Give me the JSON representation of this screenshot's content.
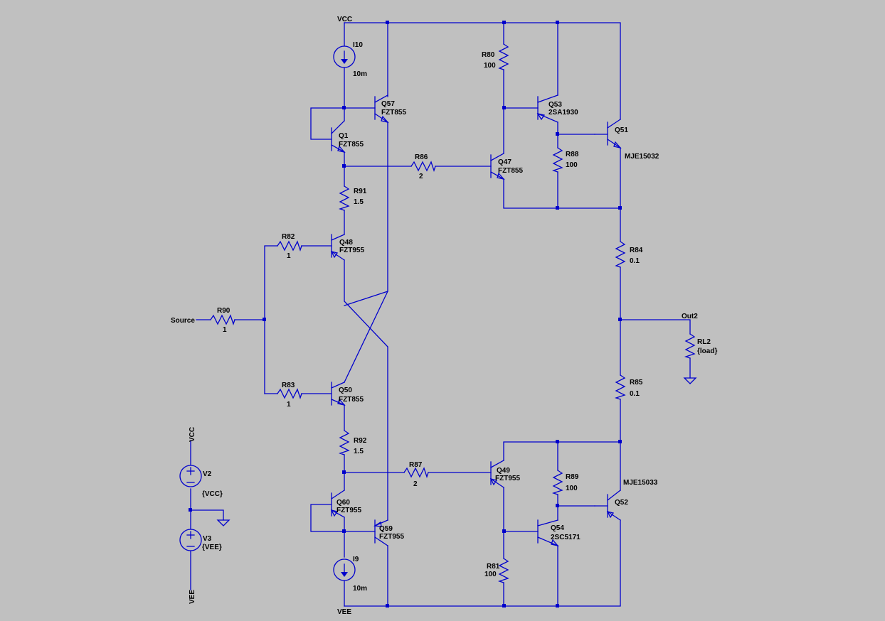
{
  "labels": {
    "vcc_top": "VCC",
    "vee_bottom": "VEE",
    "i10": "I10",
    "i10_val": "10m",
    "i9": "I9",
    "i9_val": "10m",
    "q57": "Q57",
    "q57_type": "FZT855",
    "q1": "Q1",
    "q1_type": "FZT855",
    "r91": "R91",
    "r91_val": "1.5",
    "q48": "Q48",
    "q48_type": "FZT955",
    "r82": "R82",
    "r82_val": "1",
    "r90": "R90",
    "r90_val": "1",
    "source": "Source",
    "r83": "R83",
    "r83_val": "1",
    "q50": "Q50",
    "q50_type": "FZT855",
    "r92": "R92",
    "r92_val": "1.5",
    "q60": "Q60",
    "q60_type": "FZT955",
    "q59": "Q59",
    "q59_type": "FZT955",
    "r86": "R86",
    "r86_val": "2",
    "r87": "R87",
    "r87_val": "2",
    "r80": "R80",
    "r80_val": "100",
    "q53": "Q53",
    "q53_type": "2SA1930",
    "q47": "Q47",
    "q47_type": "FZT855",
    "r88": "R88",
    "r88_val": "100",
    "q51": "Q51",
    "q51_type": "MJE15032",
    "r84": "R84",
    "r84_val": "0.1",
    "out2": "Out2",
    "rl2": "RL2",
    "rl2_val": "{load}",
    "r85": "R85",
    "r85_val": "0.1",
    "q49": "Q49",
    "q49_type": "FZT955",
    "r89": "R89",
    "r89_val": "100",
    "q52": "Q52",
    "q52_type": "MJE15033",
    "q54": "Q54",
    "q54_type": "2SC5171",
    "r81": "R81",
    "r81_val": "100",
    "vcc_rail": "VCC",
    "vee_rail": "VEE",
    "v2": "V2",
    "v2_val": "{VCC}",
    "v3": "V3",
    "v3_val": "{VEE}"
  }
}
